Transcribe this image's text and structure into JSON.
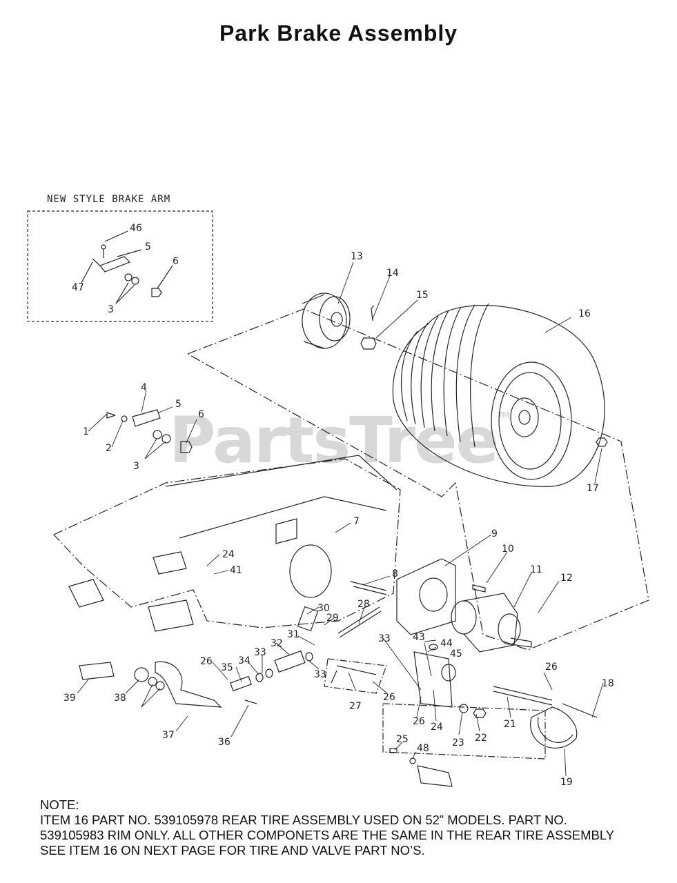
{
  "title": "Park Brake Assembly",
  "watermark": "PartsTree",
  "watermark_tm": "TM",
  "inset": {
    "label": "NEW STYLE BRAKE ARM",
    "callouts": [
      "46",
      "5",
      "47",
      "6",
      "3"
    ]
  },
  "callouts": [
    "1",
    "2",
    "3",
    "4",
    "5",
    "6",
    "7",
    "8",
    "9",
    "10",
    "11",
    "12",
    "13",
    "14",
    "15",
    "16",
    "17",
    "18",
    "19",
    "21",
    "22",
    "23",
    "24",
    "24",
    "25",
    "26",
    "26",
    "26",
    "26",
    "27",
    "28",
    "29",
    "30",
    "31",
    "32",
    "33",
    "33",
    "33",
    "34",
    "35",
    "36",
    "37",
    "38",
    "39",
    "41",
    "43",
    "44",
    "45",
    "48"
  ],
  "note": {
    "heading": "NOTE:",
    "lines": [
      "ITEM 16 PART NO. 539105978 REAR TIRE ASSEMBLY USED ON 52” MODELS. PART NO.",
      "539105983 RIM ONLY. ALL OTHER COMPONETS ARE THE SAME IN THE REAR TIRE ASSEMBLY",
      "SEE ITEM 16 ON NEXT PAGE FOR TIRE AND VALVE PART NO’S."
    ]
  }
}
